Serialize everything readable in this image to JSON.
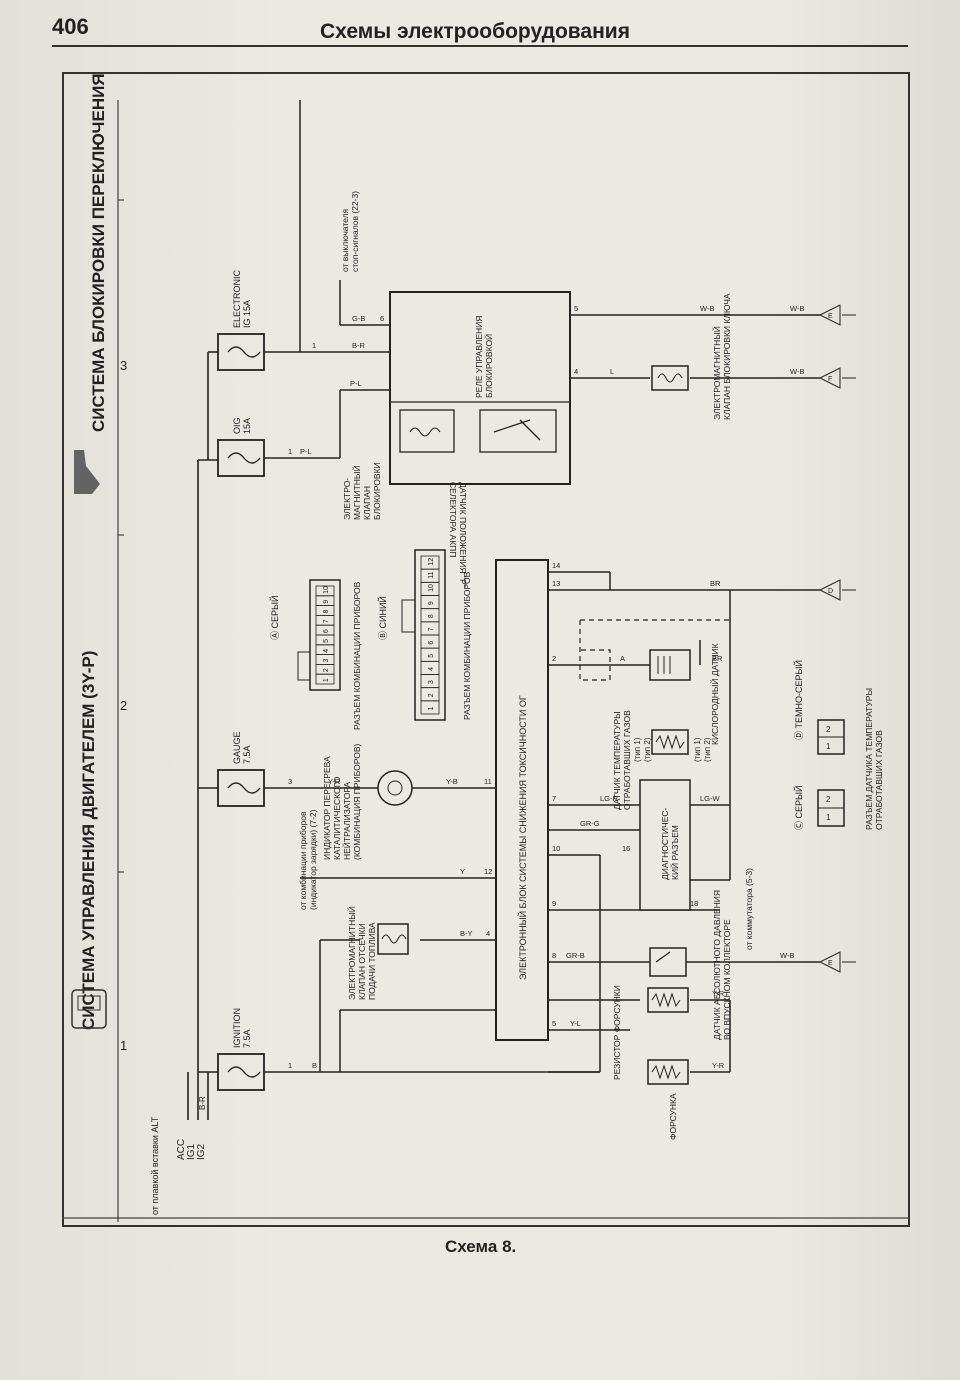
{
  "header": {
    "page_number": "406",
    "title": "Схемы электрооборудования"
  },
  "caption": "Схема 8.",
  "titles": {
    "engine_system": "СИСТЕМА УПРАВЛЕНИЯ ДВИГАТЕЛЕМ (3Y-P)",
    "shift_lock_system": "СИСТЕМА БЛОКИРОВКИ ПЕРЕКЛЮЧЕНИЯ"
  },
  "sections": {
    "s1": "1",
    "s2": "2",
    "s3": "3"
  },
  "power_sources": {
    "from_alt": "от плавкой вставки ALT",
    "acc": "ACC",
    "ig1": "IG1",
    "ig2": "IG2",
    "wire_br": "B-R"
  },
  "fuses": {
    "ignition": {
      "name": "IGNITION",
      "rating": "7.5A"
    },
    "gauge": {
      "name": "GAUGE",
      "rating": "7.5A"
    },
    "oig": {
      "name": "OIG",
      "rating": "15A"
    },
    "electronic": {
      "name": "ELECTRONIC",
      "rating": "IG 15A"
    }
  },
  "components": {
    "fuel_cut_valve": [
      "ЭЛЕКТРОМАГНИТНЫЙ",
      "КЛАПАН ОТСЕЧКИ",
      "ПОДАЧИ ТОПЛИВА"
    ],
    "ecu": "ЭЛЕКТРОННЫЙ БЛОК СИСТЕМЫ СНИЖЕНИЯ ТОКСИЧНОСТИ ОГ",
    "overheat_indicator": [
      "ИНДИКАТОР ПЕРЕГРЕВА",
      "КАТАЛИТИЧЕСКОГО",
      "НЕЙТРАЛИЗАТОРА",
      "(КОМБИНАЦИЯ ПРИБОРОВ)"
    ],
    "from_cluster": [
      "от комбинации приборов",
      "(индикатор зарядки) (7-2)"
    ],
    "injector": "ФОРСУНКА",
    "injector_resistor": "РЕЗИСТОР ФОРСУНКИ",
    "map_sensor": [
      "ДАТЧИК АБСОЛЮТНОГО ДАВЛЕНИЯ",
      "ВО ВПУСКНОМ КОЛЛЕКТОРЕ"
    ],
    "diag_connector": [
      "ДИАГНОСТИЧЕС-",
      "КИЙ РАЗЪЕМ"
    ],
    "from_commutator": "от коммутатора (5-3)",
    "egt_sensor": [
      "ДАТЧИК ТЕМПЕРАТУРЫ",
      "ОТРАБОТАВШИХ ГАЗОВ"
    ],
    "oxygen_sensor": "КИСЛОРОДНЫЙ ДАТЧИК",
    "egt_connector": [
      "РАЗЪЕМ ДАТЧИКА ТЕМПЕРАТУРЫ",
      "ОТРАБОТАВШИХ ГАЗОВ"
    ],
    "lock_solenoid": [
      "ЭЛЕКТРО-",
      "МАГНИТНЫЙ",
      "КЛАПАН",
      "БЛОКИРОВКИ"
    ],
    "park_switch": [
      "ДАТЧИК ПОЛОЖЕНИЯ \"P\"",
      "СЕЛЕКТОРА АКПП"
    ],
    "lock_relay": [
      "РЕЛЕ УПРАВЛЕНИЯ",
      "БЛОКИРОВКОЙ"
    ],
    "key_lock_solenoid": [
      "ЭЛЕКТРОМАГНИТНЫЙ",
      "КЛАПАН БЛОКИРОВКИ КЛЮЧА"
    ],
    "from_stop_switch": [
      "от выключателя",
      "стоп-сигналов (22-3)"
    ],
    "cluster_conn_a": "РАЗЪЕМ КОМБИНАЦИИ ПРИБОРОВ",
    "cluster_conn_b": "РАЗЪЕМ КОМБИНАЦИИ ПРИБОРОВ"
  },
  "connector_colors": {
    "a": "Ⓐ СЕРЫЙ",
    "b": "Ⓑ СИНИЙ",
    "c": "Ⓒ СЕРЫЙ",
    "d": "Ⓓ ТЕМНО-СЕРЫЙ"
  },
  "type_labels": [
    "(тип 1)",
    "(тип 2)"
  ],
  "connector_pins_a": [
    "1",
    "2",
    "3",
    "4",
    "5",
    "6",
    "7",
    "8",
    "9",
    "10"
  ],
  "connector_pins_b": [
    "1",
    "2",
    "3",
    "4",
    "5",
    "6",
    "7",
    "8",
    "9",
    "10",
    "11",
    "12"
  ],
  "egt_pins": [
    "1",
    "2"
  ],
  "wires": {
    "BR": "B-R",
    "B": "B",
    "BY": "B-Y",
    "YR": "Y-R",
    "YB": "Y-B",
    "Y": "Y",
    "YL": "Y-L",
    "GRB": "GR-B",
    "WB": "W-B",
    "GRG": "GR-G",
    "LGR": "LG-R",
    "LGW": "LG-W",
    "BRn": "BR",
    "PL": "P-L",
    "GB": "G-B",
    "L": "L",
    "A": "A"
  },
  "pins": [
    "1",
    "2",
    "3",
    "4",
    "5",
    "6",
    "7",
    "8",
    "9",
    "10",
    "11",
    "12",
    "13",
    "14",
    "16",
    "18"
  ],
  "grounds": [
    "E",
    "D",
    "F"
  ]
}
